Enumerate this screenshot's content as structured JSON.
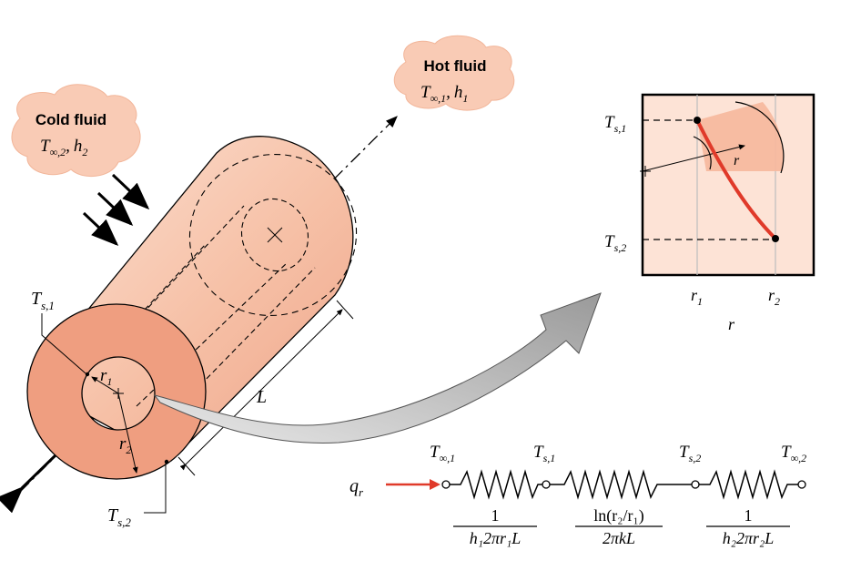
{
  "cold_cloud": {
    "title": "Cold fluid",
    "temp_symbol": "T",
    "temp_sub": "∞,2",
    "sep": ",",
    "coef_symbol": "h",
    "coef_sub": "2"
  },
  "hot_cloud": {
    "title": "Hot fluid",
    "temp_symbol": "T",
    "temp_sub": "∞,1",
    "sep": ",",
    "coef_symbol": "h",
    "coef_sub": "1"
  },
  "cylinder": {
    "ts1_symbol": "T",
    "ts1_sub": "s,1",
    "ts2_symbol": "T",
    "ts2_sub": "s,2",
    "r1_symbol": "r",
    "r1_sub": "1",
    "r2_symbol": "r",
    "r2_sub": "2",
    "length_label": "L"
  },
  "profile_plot": {
    "ts1_symbol": "T",
    "ts1_sub": "s,1",
    "ts2_symbol": "T",
    "ts2_sub": "s,2",
    "r_label": "r",
    "r1_symbol": "r",
    "r1_sub": "1",
    "r2_symbol": "r",
    "r2_sub": "2",
    "axis_label": "r",
    "curve_color": "#e03a2a"
  },
  "circuit": {
    "q_symbol": "q",
    "q_sub": "r",
    "nodes": [
      {
        "symbol": "T",
        "sub": "∞,1"
      },
      {
        "symbol": "T",
        "sub": "s,1"
      },
      {
        "symbol": "T",
        "sub": "s,2"
      },
      {
        "symbol": "T",
        "sub": "∞,2"
      }
    ],
    "resistances": [
      {
        "num": "1",
        "den": "h₁2πr₁L"
      },
      {
        "num": "ln(r₂/r₁)",
        "den": "2πkL"
      },
      {
        "num": "1",
        "den": "h₂2πr₂L"
      }
    ],
    "arrow_color": "#e03a2a"
  },
  "colors": {
    "cylinder_fill": "#f8c9b0",
    "end_face": "#ef9e80",
    "cloud_fill": "#f9cbb5",
    "plot_bg": "#fde3d6"
  }
}
